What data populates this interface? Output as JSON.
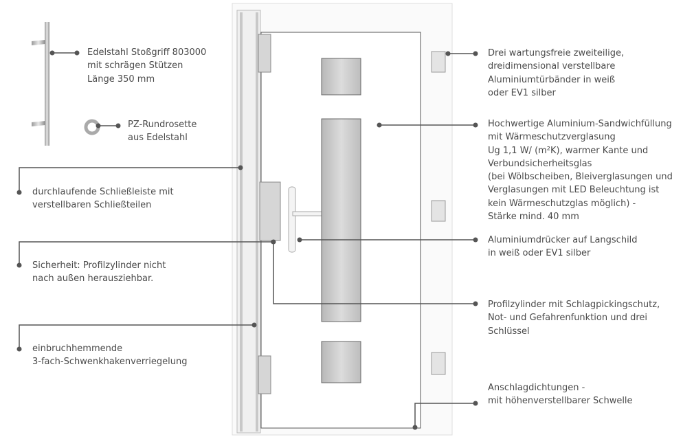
{
  "left_callouts": [
    {
      "id": "handle",
      "lines": [
        "Edelstahl Stoßgriff 803000",
        "mit schrägen Stützen",
        "Länge 350 mm"
      ]
    },
    {
      "id": "rosette",
      "lines": [
        "PZ-Rundrosette",
        "aus Edelstahl"
      ]
    },
    {
      "id": "strike",
      "lines": [
        "durchlaufende Schließleiste mit",
        "verstellbaren Schließteilen"
      ]
    },
    {
      "id": "security",
      "lines": [
        "Sicherheit: Profilzylinder nicht",
        "nach außen herausziehbar."
      ]
    },
    {
      "id": "locking",
      "lines": [
        "einbruchhemmende",
        "3-fach-Schwenkhakenverriegelung"
      ]
    }
  ],
  "right_callouts": [
    {
      "id": "hinges",
      "lines": [
        "Drei wartungsfreie zweiteilige,",
        "dreidimensional verstellbare",
        "Aluminiumtürbänder in weiß",
        "oder EV1 silber"
      ]
    },
    {
      "id": "panel",
      "lines": [
        "Hochwertige Aluminium-Sandwichfüllung",
        "mit Wärmeschutzverglasung",
        "Ug 1,1 W/ (m²K), warmer Kante und",
        "Verbundsicherheitsglas",
        "(bei Wölbscheiben, Bleiverglasungen und",
        "Verglasungen mit LED Beleuchtung ist",
        "kein Wärmeschutzglas möglich) -",
        "Stärke mind. 40 mm"
      ]
    },
    {
      "id": "lever",
      "lines": [
        "Aluminiumdrücker auf Langschild",
        "in weiß oder EV1 silber"
      ]
    },
    {
      "id": "cylinder",
      "lines": [
        "Profilzylinder mit Schlagpickingschutz,",
        "Not- und Gefahrenfunktion und drei",
        "Schlüssel"
      ]
    },
    {
      "id": "seal",
      "lines": [
        "Anschlagdichtungen -",
        "mit höhenverstellbarer Schwelle"
      ]
    }
  ],
  "colors": {
    "text": "#4a4a4a",
    "line": "#555555",
    "door": "#ffffff",
    "glass": "#c9c9c9"
  }
}
